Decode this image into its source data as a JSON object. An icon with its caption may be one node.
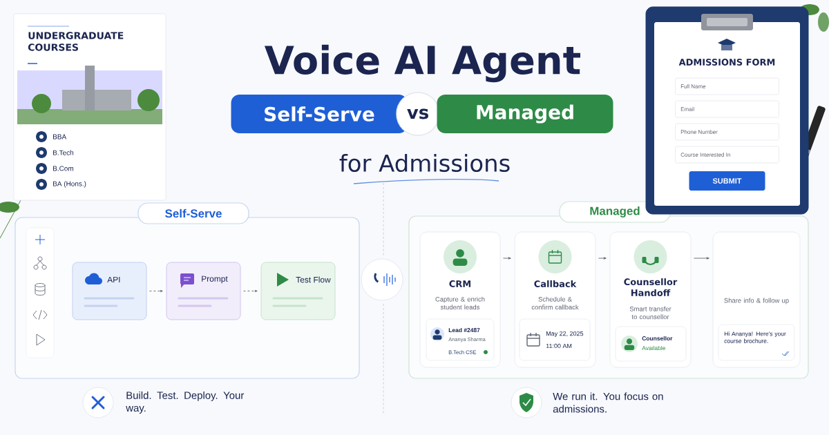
{
  "diagram": {
    "title": "Voice AI Agent",
    "nodes": [
      {
        "text": [
          "Self-Serve"
        ]
      },
      {
        "text": [
          "API"
        ],
        "in": 0
      },
      {
        "text": [
          "Prompt"
        ],
        "in": 0
      },
      {
        "text": [
          "Test Flow"
        ],
        "in": 0
      },
      {
        "text": [
          "Managed"
        ]
      },
      {
        "text": [
          "CRM",
          "Capture & enrich student leads"
        ],
        "in": 4
      },
      {
        "text": [
          "Lead #2487",
          "Ananya Sharma",
          "B.Tech CSE"
        ],
        "in": 5
      },
      {
        "text": [
          "Callback",
          "Schedule & confirm callback"
        ],
        "in": 4
      },
      {
        "text": [
          "May 22, 2025",
          "11:00 AM"
        ],
        "in": 7
      },
      {
        "text": [
          "Counsellor Handoff",
          "Smart transfer to counsellor"
        ],
        "in": 4
      },
      {
        "text": [
          "Counsellor",
          "Available"
        ],
        "in": 9
      },
      {
        "text": [
          "Share info & follow up"
        ],
        "in": 4
      },
      {
        "text": [
          "Hi Ananya! Here's your course brochure."
        ],
        "in": 11
      },
      {
        "text": [
          "UNDERGRADUATE COURSES",
          "BBA",
          "B.Tech",
          "B.Com",
          "BA (Hons.)"
        ]
      },
      {
        "text": [
          "ADMISSIONS FORM",
          "Full Name",
          "Email",
          "Phone Number",
          "Course Interested In",
          "SUBMIT"
        ]
      }
    ],
    "edges": [
      {
        "from": 1,
        "to": 2,
        "arrow": "to",
        "style": "dashed"
      },
      {
        "from": 2,
        "to": 3,
        "arrow": "to",
        "style": "dashed"
      },
      {
        "from": 5,
        "to": 7,
        "arrow": "to"
      },
      {
        "from": 7,
        "to": 9,
        "arrow": "to"
      },
      {
        "from": 9,
        "to": 11,
        "arrow": "to"
      }
    ],
    "labels": [
      "Self-Serve",
      "vs",
      "Managed",
      "for Admissions",
      "Build. Test. Deploy. Your way.",
      "We run it. You focus on admissions."
    ]
  }
}
